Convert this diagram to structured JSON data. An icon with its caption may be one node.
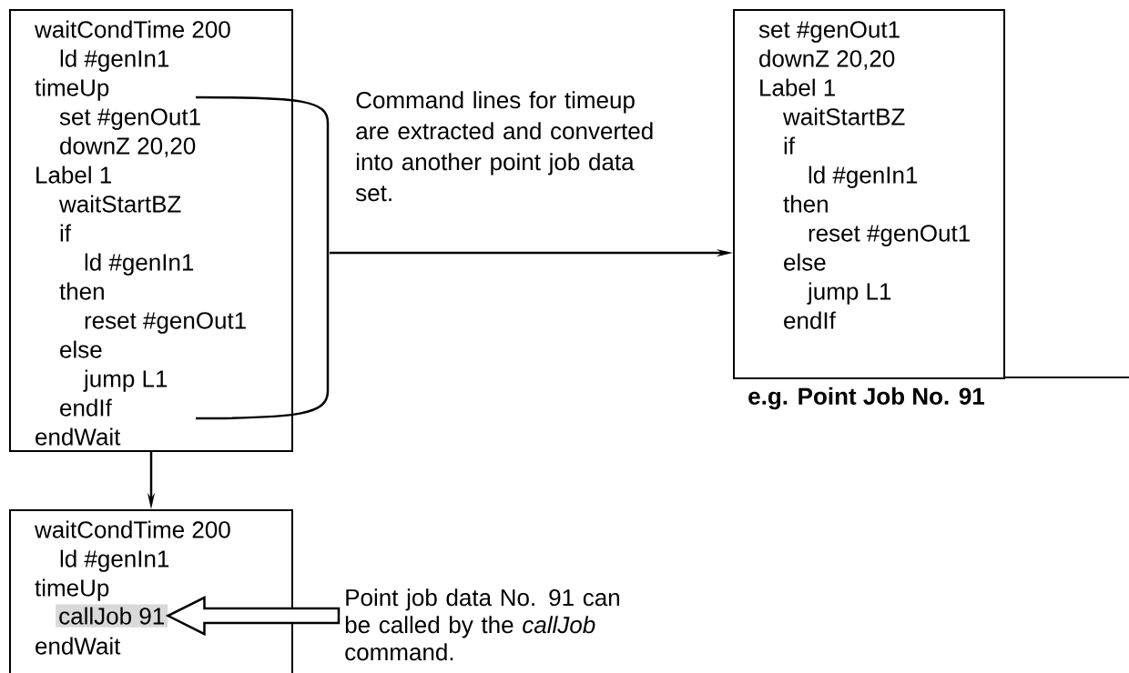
{
  "diagram": {
    "nodes": [
      {
        "text": [
          "waitCondTime 200",
          "ld #genIn1",
          "timeUp",
          "set #genOut1",
          "downZ 20,20",
          "Label 1",
          "waitStartBZ",
          "if",
          "ld #genIn1",
          "then",
          "reset #genOut1",
          "else",
          "jump L1",
          "endIf",
          "endWait"
        ]
      },
      {
        "text": [
          "set #genOut1",
          "downZ 20,20",
          "Label 1",
          "waitStartBZ",
          "if",
          "ld #genIn1",
          "then",
          "reset #genOut1",
          "else",
          "jump L1",
          "endIf"
        ],
        "beside": [
          "e.g. Point Job No. 91"
        ]
      },
      {
        "text": [
          "waitCondTime 200",
          "ld #genIn1",
          "timeUp",
          "endWait"
        ]
      },
      {
        "text": [
          "callJob 91"
        ],
        "in": 2
      },
      {
        "text": [
          "Point job data No. 91 can be called by the *callJob* command."
        ]
      }
    ],
    "edges": [
      {
        "from": 0,
        "to": 1,
        "arrow": "to",
        "label": "Command lines for timeup are extracted and converted into another point job data set."
      },
      {
        "from": 0,
        "to": 2,
        "arrow": "to"
      },
      {
        "from": 4,
        "to": 3,
        "arrow": "to",
        "style": "thick"
      }
    ]
  }
}
